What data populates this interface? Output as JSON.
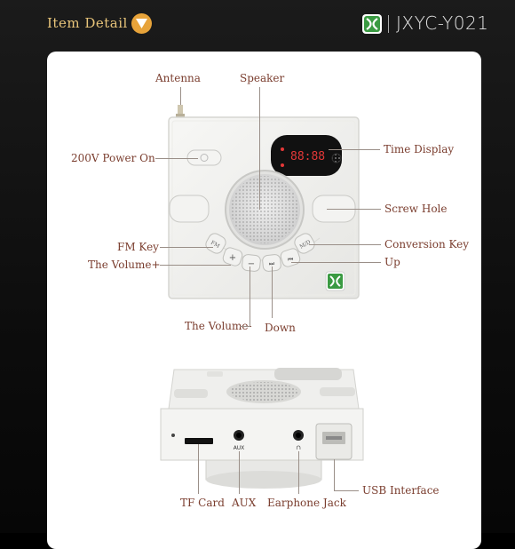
{
  "header": {
    "section_title": "Item Detail",
    "model": "JXYC-Y021",
    "accent_color": "#e7a33a",
    "title_color": "#e9c57a"
  },
  "device_top_view": {
    "labels": {
      "antenna": "Antenna",
      "speaker": "Speaker",
      "power": "200V Power On",
      "time_display": "Time Display",
      "screw_hole": "Screw Hole",
      "fm_key": "FM Key",
      "conversion_key": "Conversion Key",
      "volume_plus": "The Volume+",
      "up": "Up",
      "volume_minus": "The Volume-",
      "down": "Down"
    },
    "display_digits": "88:88",
    "buttons": {
      "fm": "FM",
      "plus": "+",
      "minus": "−",
      "prev": "⏮",
      "next": "⏭",
      "mode": "M/D"
    }
  },
  "device_bottom_view": {
    "labels": {
      "tf_card": "TF Card",
      "aux": "AUX",
      "earphone_jack": "Earphone Jack",
      "usb_interface": "USB Interface"
    },
    "port_marks": {
      "aux": "AUX",
      "phones": "∩"
    }
  }
}
